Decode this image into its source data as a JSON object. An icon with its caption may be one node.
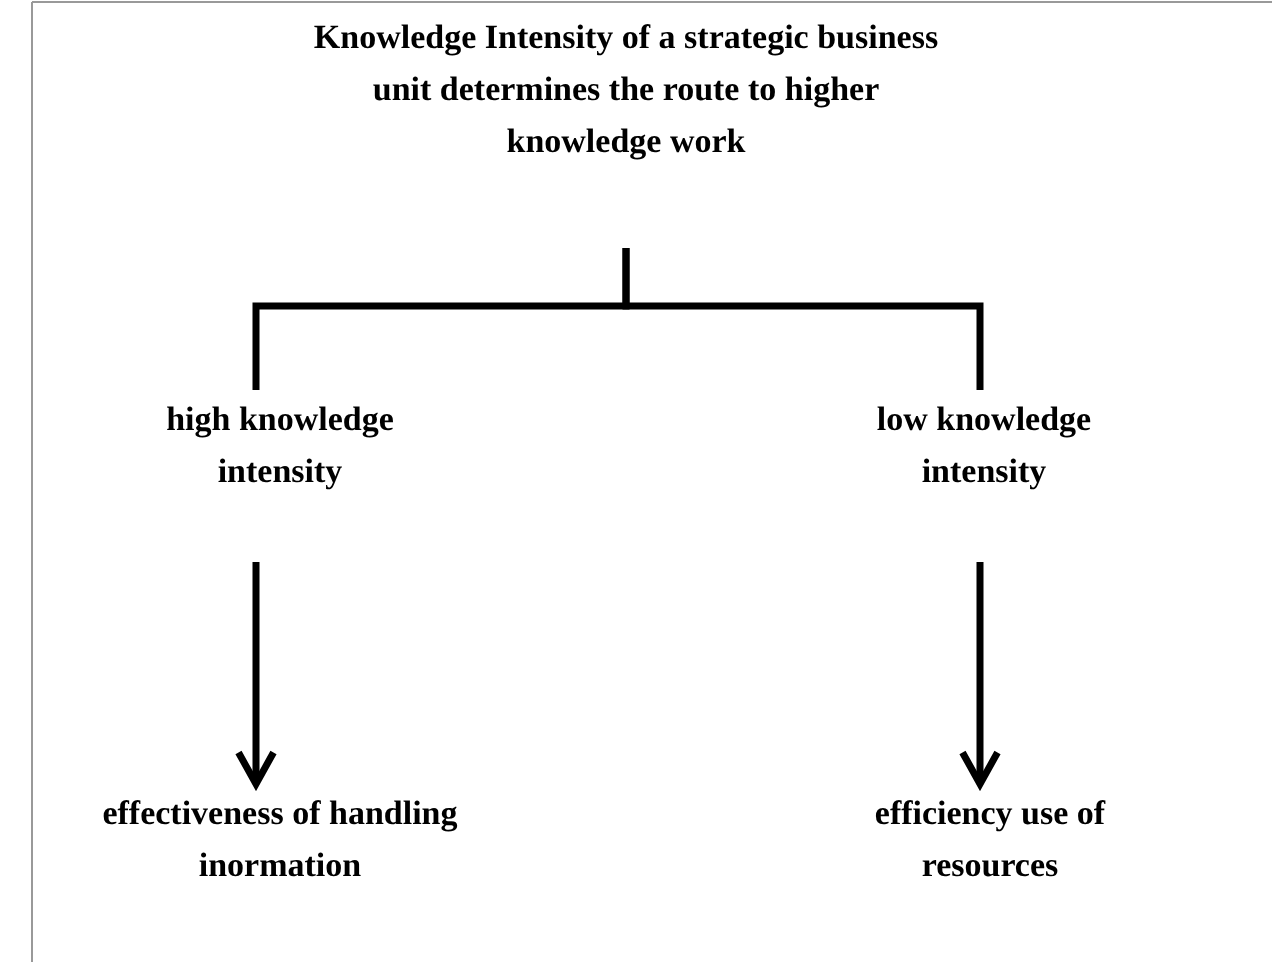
{
  "diagram": {
    "nodes": [
      {
        "text": [
          "Knowledge Intensity of a strategic business unit determines the route to higher knowledge work"
        ]
      },
      {
        "text": [
          "high knowledge intensity"
        ]
      },
      {
        "text": [
          "low knowledge intensity"
        ]
      },
      {
        "text": [
          "effectiveness of handling inormation"
        ]
      },
      {
        "text": [
          "efficiency use of resources"
        ]
      }
    ],
    "edges": [
      {
        "from": 0,
        "to": 1,
        "arrow": "none"
      },
      {
        "from": 0,
        "to": 2,
        "arrow": "none"
      },
      {
        "from": 1,
        "to": 3,
        "arrow": "to"
      },
      {
        "from": 2,
        "to": 4,
        "arrow": "to"
      }
    ]
  }
}
